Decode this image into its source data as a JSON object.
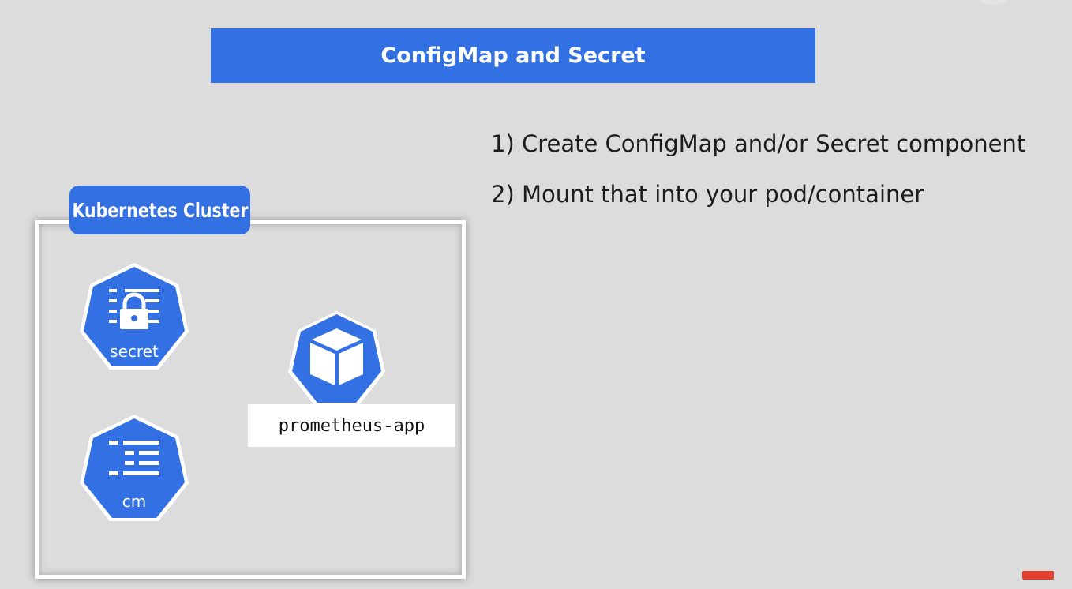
{
  "title": "ConfigMap and Secret",
  "steps": [
    "1) Create ConfigMap and/or Secret component",
    "2) Mount that into your pod/container"
  ],
  "cluster": {
    "label": "Kubernetes Cluster",
    "components": {
      "secret": {
        "label": "secret",
        "icon": "secret-icon"
      },
      "configmap": {
        "label": "cm",
        "icon": "configmap-icon"
      },
      "pod": {
        "label": "prometheus-app",
        "icon": "pod-cube-icon"
      }
    }
  },
  "colors": {
    "accent": "#3370e3",
    "background": "#dcdcdd",
    "frame": "#ffffff"
  }
}
